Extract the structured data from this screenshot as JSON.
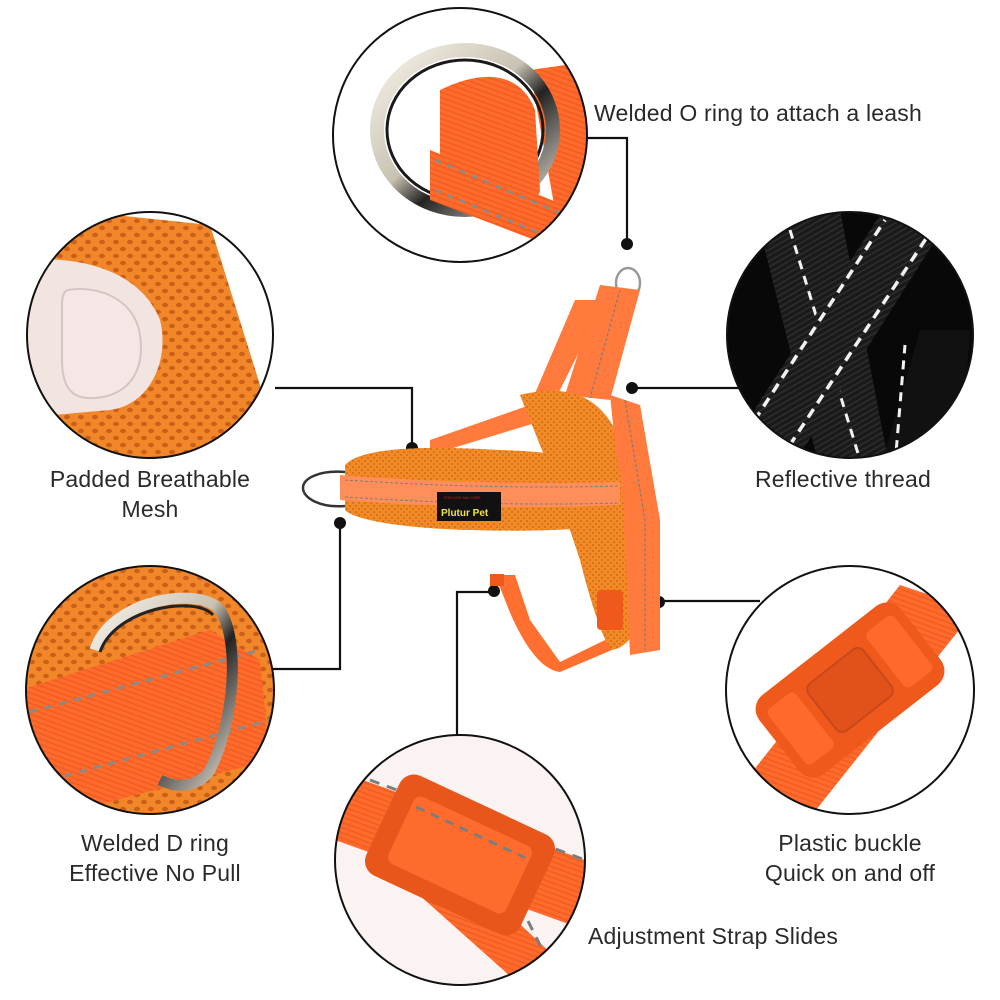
{
  "brand": {
    "name": "Plutur Pet",
    "tagline": "FOR LOVE AND CARE",
    "tag_bg": "#111111",
    "tag_text_color": "#f4e04d",
    "tag_tagline_color": "#d22020"
  },
  "colors": {
    "background": "#ffffff",
    "webbing_orange": "#ff6a2a",
    "mesh_orange": "#f08a28",
    "buckle_orange": "#ef5a1c",
    "reflective_stitch": "#7d7d7d",
    "black_webbing": "#141414",
    "reflective_white": "#f2f2f2",
    "callout_line": "#111111",
    "circle_border": "#111111",
    "text": "#2a2a2a"
  },
  "features": [
    {
      "id": "o-ring",
      "lines": [
        "Welded O ring to attach a leash"
      ],
      "detail_image": "o-ring-closeup"
    },
    {
      "id": "mesh",
      "lines": [
        "Padded Breathable",
        "Mesh"
      ],
      "detail_image": "mesh-fingertip-closeup"
    },
    {
      "id": "reflective",
      "lines": [
        "Reflective thread"
      ],
      "detail_image": "black-reflective-webbing-closeup"
    },
    {
      "id": "d-ring",
      "lines": [
        "Welded D ring",
        "Effective No Pull"
      ],
      "detail_image": "d-ring-closeup"
    },
    {
      "id": "buckle",
      "lines": [
        "Plastic buckle",
        "Quick on and off"
      ],
      "detail_image": "side-release-buckle-closeup"
    },
    {
      "id": "slide",
      "lines": [
        "Adjustment Strap Slides"
      ],
      "detail_image": "strap-slide-closeup"
    }
  ]
}
